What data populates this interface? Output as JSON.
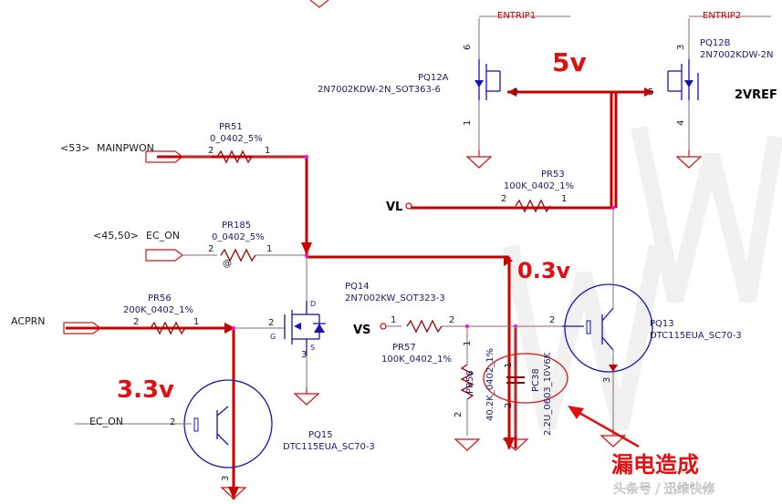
{
  "voltages": {
    "v5": "5v",
    "v03": "0.3v",
    "v33": "3.3v"
  },
  "annotation": "漏电造成",
  "watermark": "头条号 / 迅维快修",
  "nets": {
    "entrip1": "ENTRIP1",
    "entrip2": "ENTRIP2",
    "vref": "2VREF",
    "vl": "VL",
    "vs": "VS",
    "acprn": "ACPRN",
    "mainpwon": "MAINPWON",
    "mainpwon_ref": "<53>",
    "ec_on_top": "EC_ON",
    "ec_on_ref": "<45,50>",
    "ec_on_bottom": "EC_ON"
  },
  "parts": {
    "pq12a": {
      "ref": "PQ12A",
      "value": "2N7002KDW-2N_SOT363-6"
    },
    "pq12b": {
      "ref": "PQ12B",
      "value": "2N7002KDW-2N"
    },
    "pq14": {
      "ref": "PQ14",
      "value": "2N7002KW_SOT323-3"
    },
    "pq13": {
      "ref": "PQ13",
      "value": "DTC115EUA_SC70-3"
    },
    "pq15": {
      "ref": "PQ15",
      "value": "DTC115EUA_SC70-3"
    },
    "pr51": {
      "ref": "PR51",
      "value": "0_0402_5%"
    },
    "pr185": {
      "ref": "PR185",
      "value": "0_0402_5%"
    },
    "pr53": {
      "ref": "PR53",
      "value": "100K_0402_1%"
    },
    "pr56": {
      "ref": "PR56",
      "value": "200K_0402_1%"
    },
    "pr57": {
      "ref": "PR57",
      "value": "100K_0402_1%"
    },
    "pr58": {
      "ref": "PR58",
      "value": "40.2K_0402_1%"
    },
    "pc38": {
      "ref": "PC38",
      "value": "2.2U_0603_10V6K"
    }
  },
  "pins": {
    "p1": "1",
    "p2": "2",
    "p3": "3",
    "p4": "4",
    "p5": "5",
    "p6": "6",
    "d": "D",
    "g": "G",
    "s": "S",
    "at": "@"
  }
}
